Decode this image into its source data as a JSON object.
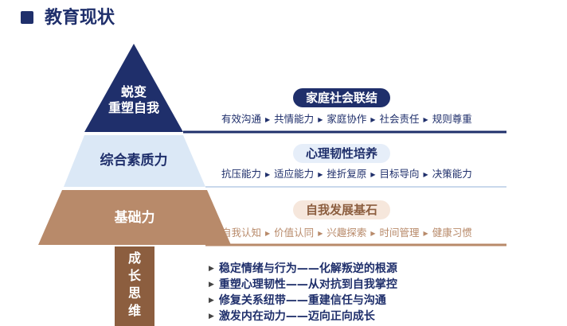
{
  "title": "教育现状",
  "levels": [
    {
      "label_lines": [
        "蜕变",
        "重塑自我"
      ],
      "pill": "家庭社会联结",
      "items": [
        "有效沟通",
        "共情能力",
        "家庭协作",
        "社会责任",
        "规则尊重"
      ]
    },
    {
      "label_lines": [
        "综合素质力"
      ],
      "pill": "心理韧性培养",
      "items": [
        "抗压能力",
        "适应能力",
        "挫折复原",
        "目标导向",
        "决策能力"
      ]
    },
    {
      "label_lines": [
        "基础力"
      ],
      "pill": "自我发展基石",
      "items": [
        "自我认知",
        "价值认同",
        "兴趣探索",
        "时间管理",
        "健康习惯"
      ]
    }
  ],
  "trunk_label": [
    "成",
    "长",
    "思",
    "维"
  ],
  "bullets": [
    "稳定情绪与行为——化解叛逆的根源",
    "重塑心理韧性——从对抗到自我掌控",
    "修复关系纽带——重建信任与沟通",
    "激发内在动力——迈向正向成长"
  ],
  "colors": {
    "navy": "#1f2f6b",
    "light_blue": "#dbe8f6",
    "tan": "#b88a6a",
    "pill_blue": "#e6eef9",
    "pill_tan": "#f6e7dc"
  }
}
